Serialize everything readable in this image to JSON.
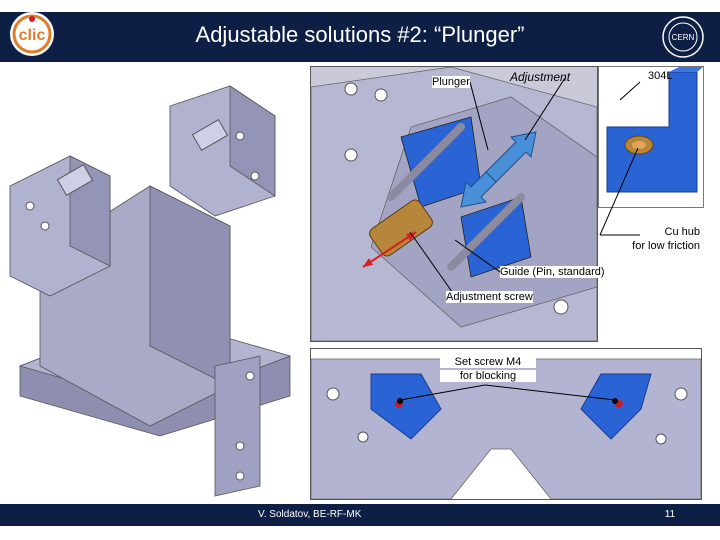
{
  "header": {
    "title": "Adjustable solutions #2: “Plunger”",
    "logo_left_text": "clic",
    "logo_right_text": "CERN"
  },
  "labels": {
    "plunger": "Plunger",
    "adjustment": "Adjustment",
    "material": "304L",
    "cu_hub_line1": "Cu hub",
    "cu_hub_line2": "for low friction",
    "guide": "Guide (Pin, standard)",
    "adjustment_screw": "Adjustment screw",
    "set_screw_line1": "Set screw M4",
    "set_screw_line2": "for blocking"
  },
  "footer": {
    "author": "V. Soldatov, BE-RF-MK",
    "page_number": "11"
  },
  "colors": {
    "header_bg": "#0e1f45",
    "part_gray": "#a9a9c8",
    "part_blue": "#2a63d4",
    "bronze": "#b8863b",
    "arrow_red": "#d81e1e"
  }
}
